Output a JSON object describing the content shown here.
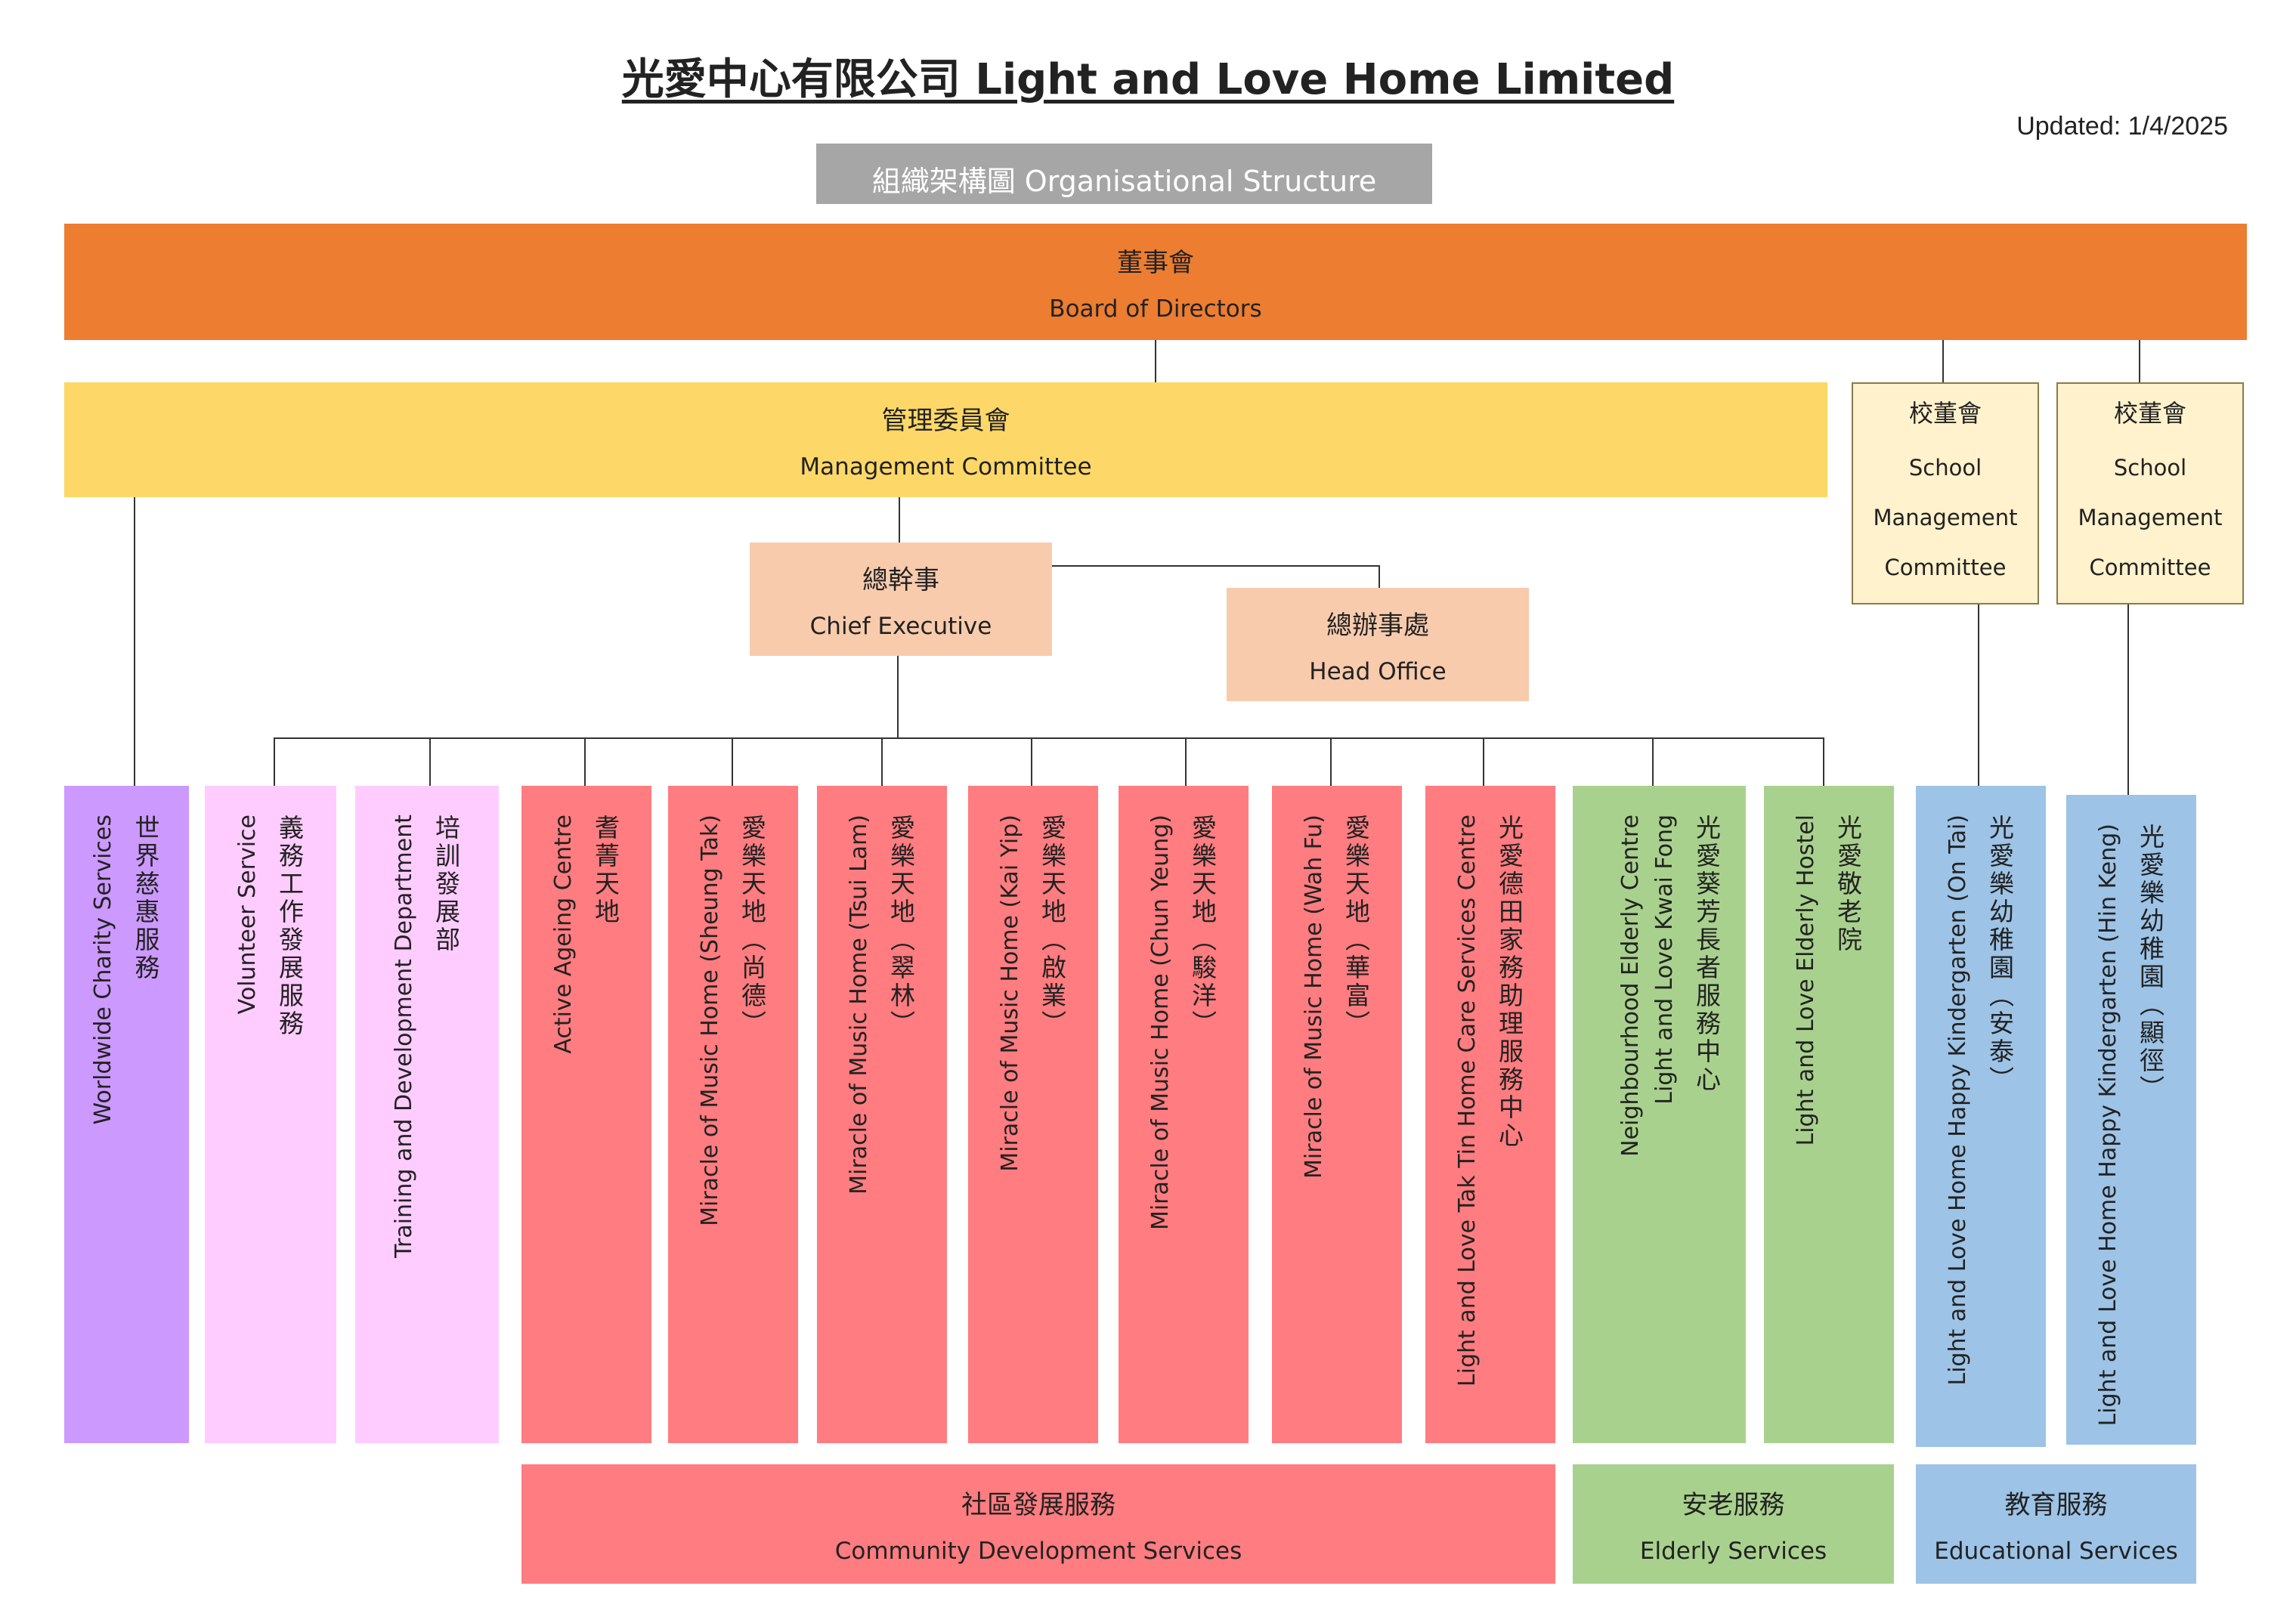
{
  "header": {
    "title": "光愛中心有限公司  Light and Love Home Limited",
    "updated": "Updated:  1/4/2025",
    "subtitle": "組織架構圖  Organisational Structure"
  },
  "board": {
    "zh": "董事會",
    "en": "Board of Directors"
  },
  "management": {
    "zh": "管理委員會",
    "en": "Management Committee"
  },
  "school_committees": [
    {
      "zh": "校董會",
      "en": "School Management Committee"
    },
    {
      "zh": "校董會",
      "en": "School Management Committee"
    }
  ],
  "chief": {
    "zh": "總幹事",
    "en": "Chief Executive"
  },
  "head_office": {
    "zh": "總辦事處",
    "en": "Head Office"
  },
  "units": [
    {
      "zh": "世界慈惠服務",
      "en": "Worldwide Charity Services",
      "color": "#cc99ff"
    },
    {
      "zh": "義務工作發展服務",
      "en": "Volunteer Service",
      "color": "#ffccff"
    },
    {
      "zh": "培訓發展部",
      "en": "Training and Development Department",
      "color": "#ffccff"
    },
    {
      "zh": "耆菁天地",
      "en": "Active Ageing Centre",
      "color": "#ff7c80"
    },
    {
      "zh": "愛樂天地（尚德）",
      "en": "Miracle of Music Home (Sheung Tak)",
      "color": "#ff7c80"
    },
    {
      "zh": "愛樂天地（翠林）",
      "en": "Miracle of Music Home (Tsui Lam)",
      "color": "#ff7c80"
    },
    {
      "zh": "愛樂天地（啟業）",
      "en": "Miracle of Music Home (Kai Yip)",
      "color": "#ff7c80"
    },
    {
      "zh": "愛樂天地（駿洋）",
      "en": "Miracle of Music Home (Chun Yeung)",
      "color": "#ff7c80"
    },
    {
      "zh": "愛樂天地（華富）",
      "en": "Miracle of Music Home (Wah Fu)",
      "color": "#ff7c80"
    },
    {
      "zh": "光愛德田家務助理服務中心",
      "en": "Light and Love Tak Tin Home Care Services Centre",
      "color": "#ff7c80"
    },
    {
      "zh": "光愛葵芳長者服務中心",
      "en": "Light and Love Kwai Fong",
      "en2": "Neighbourhood Elderly Centre",
      "color": "#a9d18e"
    },
    {
      "zh": "光愛敬老院",
      "en": "Light and Love Elderly Hostel",
      "color": "#a9d18e"
    },
    {
      "zh": "光愛樂幼稚園（安泰）",
      "en": "Light and Love Home Happy Kindergarten (On Tai)",
      "color": "#9dc3e6"
    },
    {
      "zh": "光愛樂幼稚園（顯徑）",
      "en": "Light and Love Home Happy Kindergarten (Hin Keng)",
      "color": "#9dc3e6"
    }
  ],
  "groups": [
    {
      "zh": "社區發展服務",
      "en": "Community Development Services",
      "color": "#ff7c80"
    },
    {
      "zh": "安老服務",
      "en": "Elderly Services",
      "color": "#a9d18e"
    },
    {
      "zh": "教育服務",
      "en": "Educational Services",
      "color": "#9dc3e6"
    }
  ]
}
